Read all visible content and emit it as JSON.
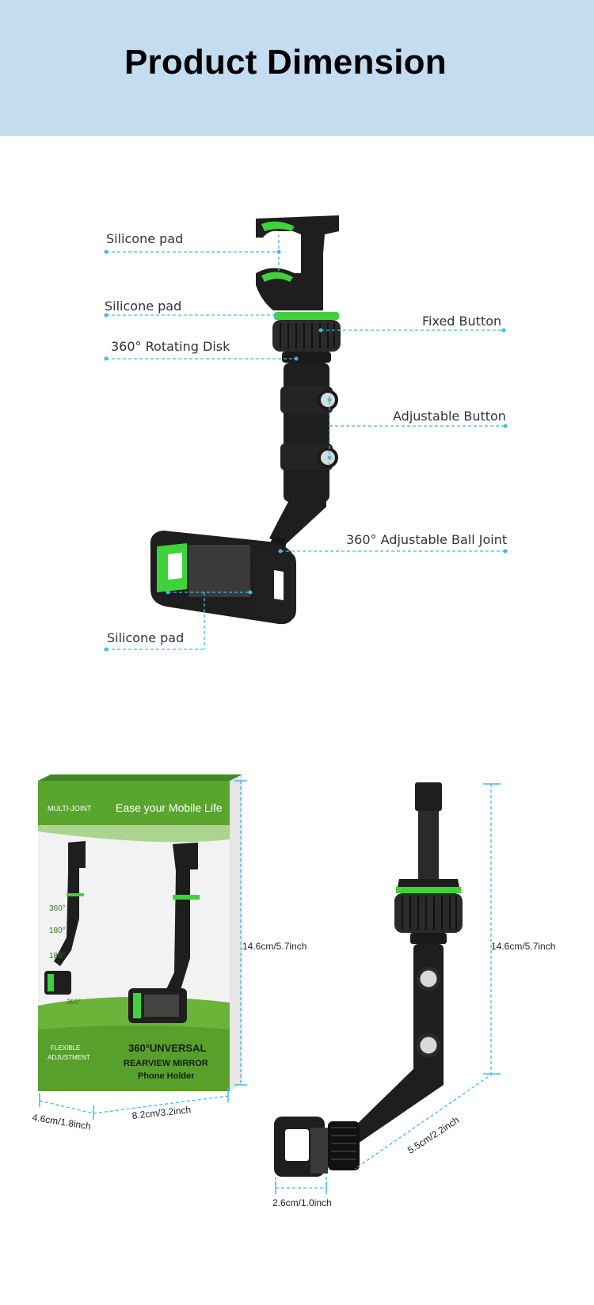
{
  "header": {
    "title": "Product Dimension"
  },
  "callouts": {
    "silicone_pad_top": "Silicone pad",
    "silicone_pad_mid": "Silicone pad",
    "rotating_disk": "360° Rotating Disk",
    "fixed_button": "Fixed Button",
    "adjustable_button": "Adjustable Button",
    "ball_joint": "360° Adjustable Ball Joint",
    "silicone_pad_bottom": "Silicone pad"
  },
  "box": {
    "tag": "MULTI-JOINT",
    "slogan": "Ease your Mobile Life",
    "angle_1": "360°",
    "angle_2": "180°",
    "angle_3": "180°",
    "angle_4": "360°",
    "flex_line1": "FLEXIBLE",
    "flex_line2": "ADJUSTMENT",
    "product_line1": "360°UNVERSAL",
    "product_line2": "REARVIEW MIRROR",
    "product_line3": "Phone Holder"
  },
  "dimensions": {
    "box_height": "14.6cm/5.7inch",
    "box_depth": "4.6cm/1.8inch",
    "box_width": "8.2cm/3.2inch",
    "holder_height": "14.6cm/5.7inch",
    "arm_length": "5.5cm/2.2inch",
    "clip_width": "2.6cm/1.0inch"
  },
  "colors": {
    "header_bg": "#c4dcf0",
    "accent_green": "#3fd23a",
    "dim_line": "#3bbde8",
    "product_black": "#1e1e1e"
  }
}
